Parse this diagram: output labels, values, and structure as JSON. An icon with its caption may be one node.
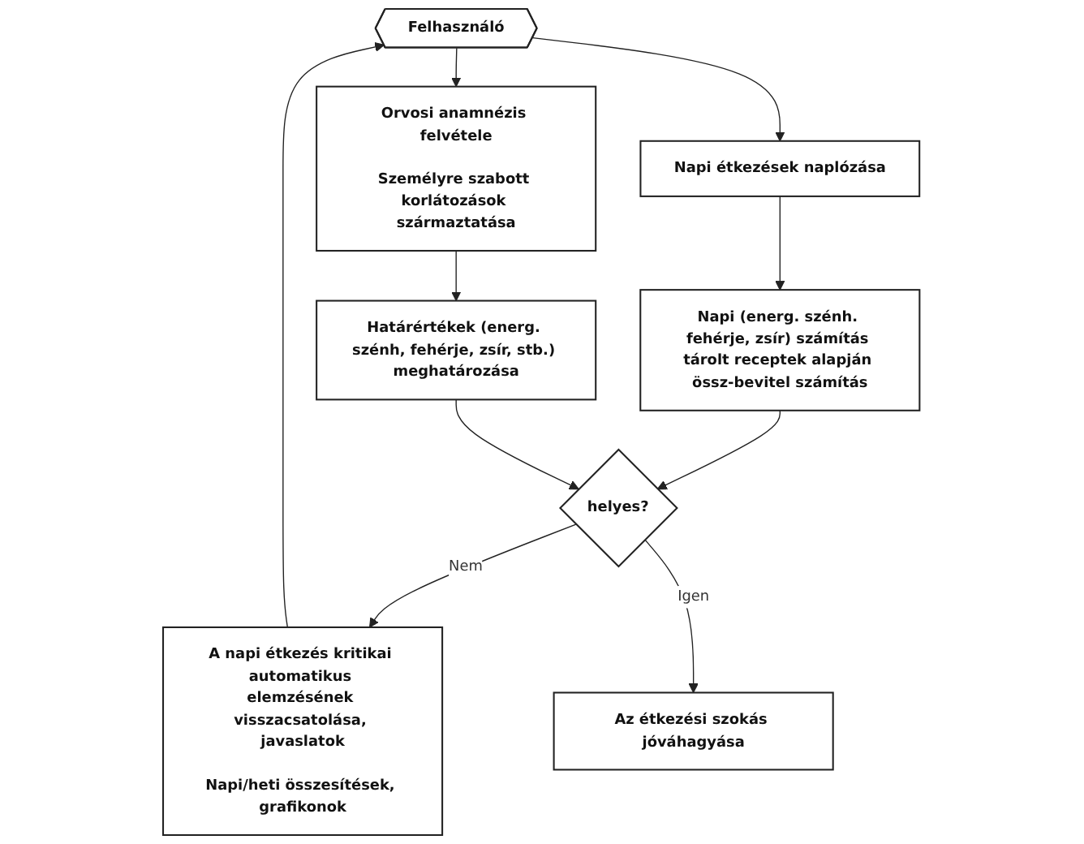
{
  "diagram": {
    "nodes": [
      {
        "text": [
          "Felhasználó"
        ]
      },
      {
        "text": [
          "Napi étkezések naplózása"
        ]
      },
      {
        "text": [
          "Napi (energ. szénh. fehérje, zsír) számítás tárolt receptek alapján össz-bevitel számítás"
        ]
      },
      {
        "text": [
          "Orvosi anamnézis felvétele",
          "Személyre szabott korlátozások származtatása"
        ]
      },
      {
        "text": [
          "Határértékek (energ. szénh, fehérje, zsír, stb.) meghatározása"
        ]
      },
      {
        "text": [
          "helyes?"
        ]
      },
      {
        "text": [
          "A napi étkezés kritikai automatikus elemzésének visszacsatolása, javaslatok",
          "Napi/heti összesítések, grafikonok"
        ]
      },
      {
        "text": [
          "Az étkezési szokás jóváhagyása"
        ]
      }
    ],
    "edges": [
      {
        "from": 0,
        "to": 1,
        "arrow": "to"
      },
      {
        "from": 1,
        "to": 2,
        "arrow": "to"
      },
      {
        "from": 2,
        "to": 5,
        "arrow": "to"
      },
      {
        "from": 0,
        "to": 3,
        "arrow": "to"
      },
      {
        "from": 3,
        "to": 4,
        "arrow": "to"
      },
      {
        "from": 4,
        "to": 5,
        "arrow": "to"
      },
      {
        "from": 5,
        "to": 6,
        "label": "Nem",
        "arrow": "to"
      },
      {
        "from": 5,
        "to": 7,
        "label": "Igen",
        "arrow": "to"
      },
      {
        "from": 6,
        "to": 0,
        "arrow": "to"
      }
    ]
  }
}
